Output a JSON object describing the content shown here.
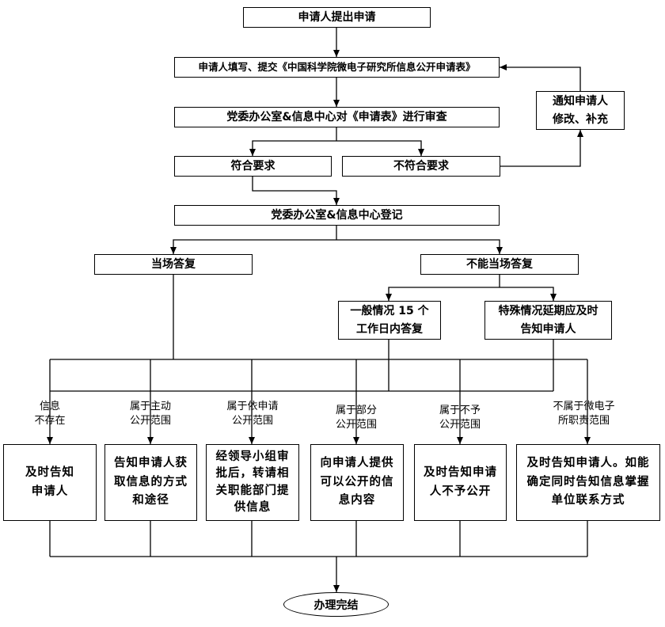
{
  "nodes": {
    "submit": "申请人提出申请",
    "fill_form": "申请人填写、提交《中国科学院微电子研究所信息公开申请表》",
    "notify_revise": "通知申请人\n修改、补充",
    "review": "党委办公室&信息中心对《申请表》进行审查",
    "meets": "符合要求",
    "not_meets": "不符合要求",
    "register": "党委办公室&信息中心登记",
    "reply_onsite": "当场答复",
    "cannot_reply_onsite": "不能当场答复",
    "general_case": "一般情况 15 个\n工作日内答复",
    "special_case": "特殊情况延期应及时\n告知申请人",
    "end": "办理完结"
  },
  "branches": [
    {
      "condition": "信息\n不存在",
      "outcome": "及时告知\n申请人"
    },
    {
      "condition": "属于主动\n公开范围",
      "outcome": "告知申请人获\n取信息的方式\n和途径"
    },
    {
      "condition": "属于依申请\n公开范围",
      "outcome": "经领导小组审\n批后，转请相\n关职能部门提\n供信息"
    },
    {
      "condition": "属于部分\n公开范围",
      "outcome": "向申请人提供\n可以公开的信\n息内容"
    },
    {
      "condition": "属于不予\n公开范围",
      "outcome": "及时告知申请\n人不予公开"
    },
    {
      "condition": "不属于微电子\n所职责范围",
      "outcome": "及时告知申请人。如能\n确定同时告知信息掌握\n单位联系方式"
    }
  ]
}
